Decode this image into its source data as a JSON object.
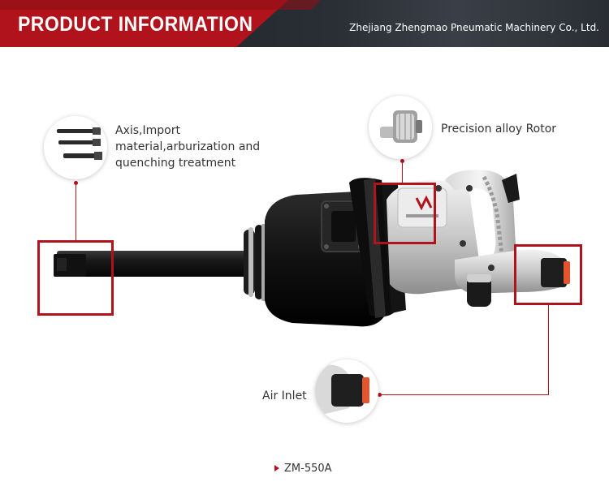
{
  "header": {
    "title": "PRODUCT INFORMATION",
    "company": "Zhejiang Zhengmao Pneumatic Machinery Co., Ltd."
  },
  "features": {
    "axis_line1": "Axis,Import",
    "axis_line2": "material,arburization and",
    "axis_line3": "quenching treatment",
    "rotor": "Precision alloy Rotor",
    "air_inlet": "Air Inlet"
  },
  "model": "ZM-550A",
  "colors": {
    "accent": "#b0131c",
    "header_bg": "#20242a"
  }
}
